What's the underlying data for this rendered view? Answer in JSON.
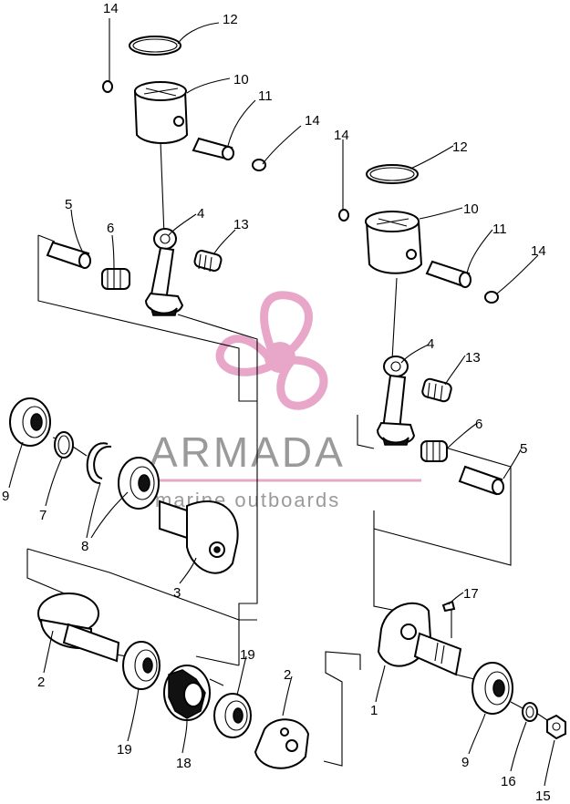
{
  "watermark": {
    "brand": "ARMADA",
    "tagline": "marine outboards",
    "color": "#e8a7c8"
  },
  "callouts": {
    "c1": "1",
    "c2a": "2",
    "c2b": "2",
    "c3": "3",
    "c4a": "4",
    "c4b": "4",
    "c5a": "5",
    "c5b": "5",
    "c6a": "6",
    "c6b": "6",
    "c7": "7",
    "c8": "8",
    "c9a": "9",
    "c9b": "9",
    "c10a": "10",
    "c10b": "10",
    "c11a": "11",
    "c11b": "11",
    "c12a": "12",
    "c12b": "12",
    "c13a": "13",
    "c13b": "13",
    "c14a": "14",
    "c14b": "14",
    "c14c": "14",
    "c14d": "14",
    "c15": "15",
    "c16": "16",
    "c17": "17",
    "c18": "18",
    "c19a": "19",
    "c19b": "19"
  }
}
